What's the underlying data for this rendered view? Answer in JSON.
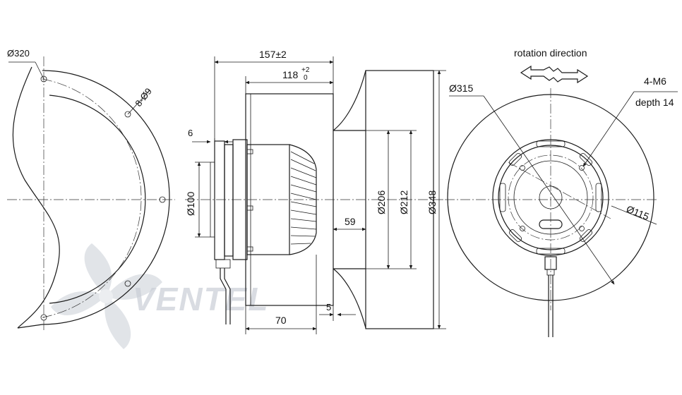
{
  "dimensions": {
    "d320": "Ø320",
    "holes": "8-Ø9",
    "len157": "157±2",
    "len118": "118",
    "tol_plus": "+2",
    "tol_minus": "0",
    "len6": "6",
    "d100": "Ø100",
    "d206": "Ø206",
    "d212": "Ø212",
    "d348": "Ø348",
    "len59": "59",
    "len5": "5",
    "len70": "70",
    "d315": "Ø315",
    "d115": "Ø115"
  },
  "labels": {
    "rotation": "rotation direction",
    "thread": "4-M6",
    "depth": "depth 14"
  },
  "watermark": {
    "text": "VENTEL",
    "color": "#c9ced6"
  }
}
